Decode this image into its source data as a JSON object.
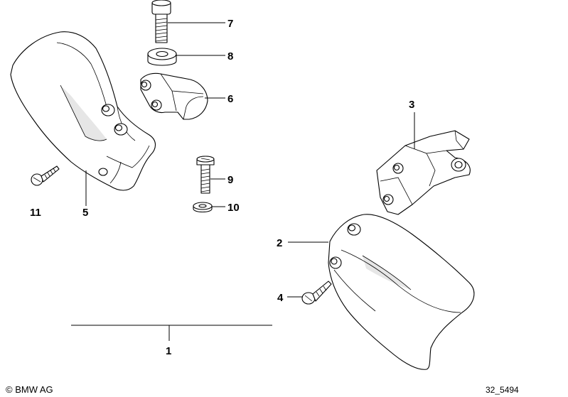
{
  "callouts": {
    "c1": "1",
    "c2": "2",
    "c3": "3",
    "c4": "4",
    "c5": "5",
    "c6": "6",
    "c7": "7",
    "c8": "8",
    "c9": "9",
    "c10": "10",
    "c11": "11"
  },
  "footer": {
    "copyright": "© BMW AG",
    "diagram_id": "32_5494"
  },
  "icons": {
    "copyright": "copyright-icon"
  }
}
